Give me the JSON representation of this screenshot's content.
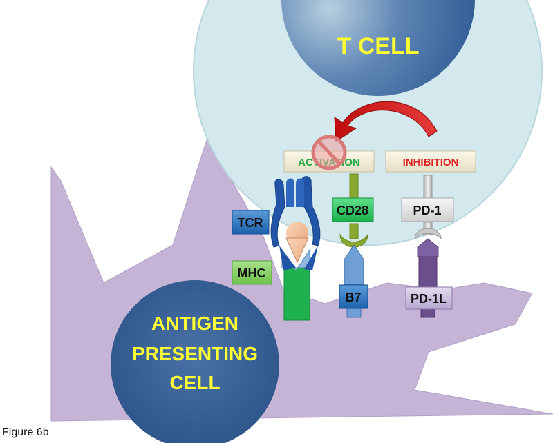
{
  "diagram": {
    "t_cell_label": "T CELL",
    "apc_label_lines": [
      "ANTIGEN",
      "PRESENTING",
      "CELL"
    ],
    "activation_label": "ACTIVATION",
    "inhibition_label": "INHIBITION",
    "tcr_label": "TCR",
    "mhc_label": "MHC",
    "cd28_label": "CD28",
    "b7_label": "B7",
    "pd1_label": "PD-1",
    "pd1l_label": "PD-1L",
    "colors": {
      "t_cell_fill": "#d3e9ee",
      "nucleus": "#3e6a9e",
      "apc_fill": "#c6b4d6",
      "label_yellow": "#ffff33",
      "activation_text": "#22aa44",
      "inhibition_text": "#dd2222",
      "arrow_red": "#cc1111",
      "tcr_blue": "#2255a8",
      "mhc_green": "#1fb04f",
      "cd28_green": "#8aa82e",
      "pd_purple": "#6a4f8a"
    }
  },
  "caption": "Figure 6b"
}
